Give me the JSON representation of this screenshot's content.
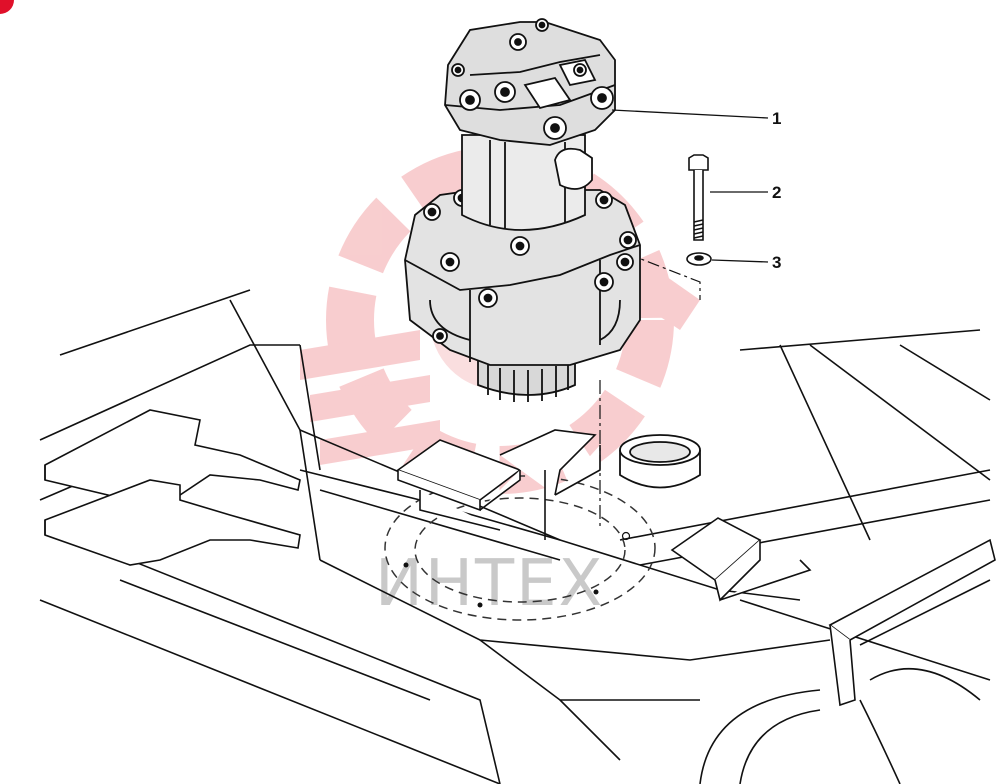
{
  "callouts": [
    {
      "id": "1",
      "label": "1"
    },
    {
      "id": "2",
      "label": "2"
    },
    {
      "id": "3",
      "label": "3"
    }
  ],
  "watermark": {
    "text": "ИНТЕХ",
    "color": "#f3a5a8"
  },
  "colors": {
    "line": "#111111",
    "shade": "#e3e3e3",
    "dash": "#333333",
    "corner_marker": "#e0102a"
  },
  "icons": [
    "corner-marker-icon",
    "watermark-gear-icon"
  ]
}
